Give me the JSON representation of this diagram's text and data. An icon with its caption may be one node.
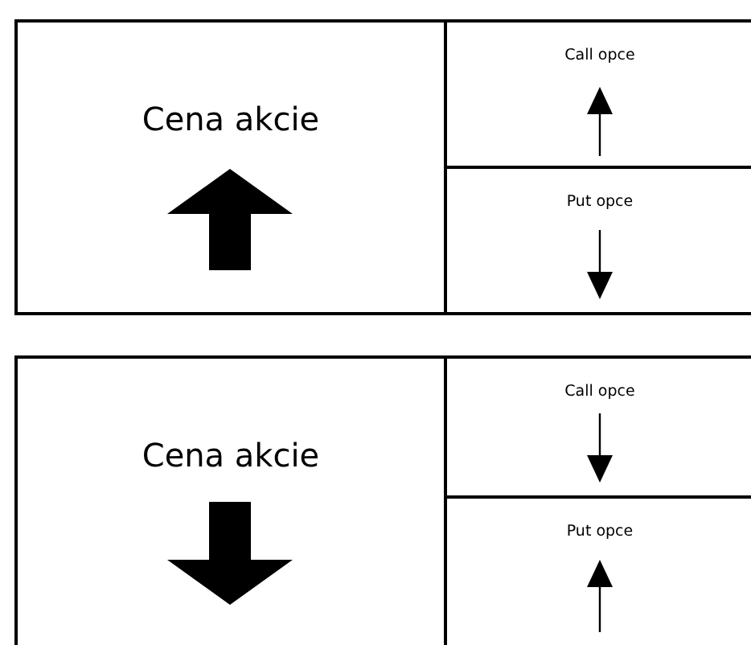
{
  "diagram": {
    "nodes": [
      {
        "text": [
          "Cena akcie"
        ]
      },
      {
        "text": [
          "Call opce"
        ]
      },
      {
        "text": [
          "Put opce"
        ]
      },
      {
        "text": [
          "Cena akcie"
        ]
      },
      {
        "text": [
          "Call opce"
        ]
      },
      {
        "text": [
          "Put opce"
        ]
      }
    ]
  }
}
